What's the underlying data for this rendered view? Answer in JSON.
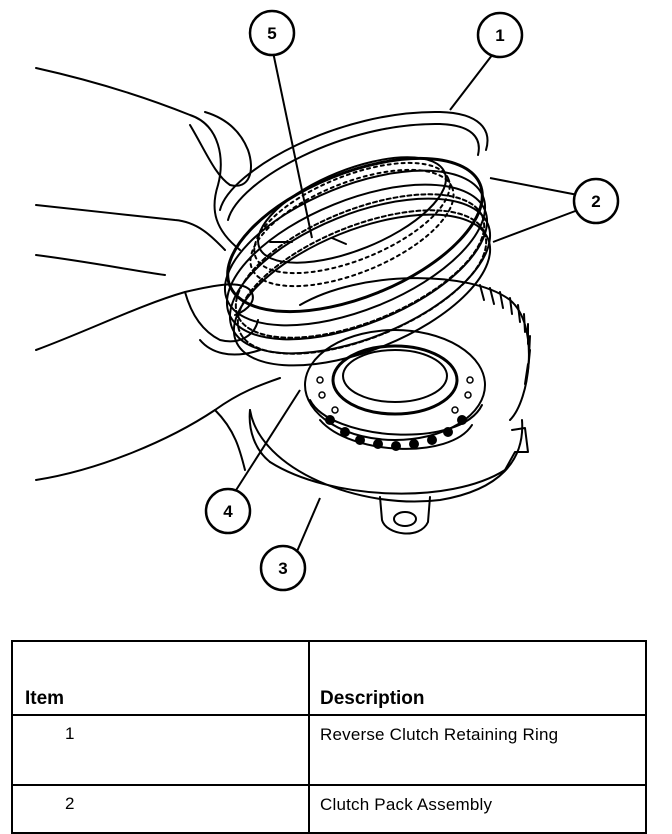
{
  "callouts": [
    "1",
    "2",
    "3",
    "4",
    "5"
  ],
  "table": {
    "headers": {
      "item": "Item",
      "description": "Description"
    },
    "rows": [
      {
        "item": "1",
        "description": "Reverse Clutch Retaining Ring"
      },
      {
        "item": "2",
        "description": "Clutch Pack Assembly"
      }
    ]
  }
}
